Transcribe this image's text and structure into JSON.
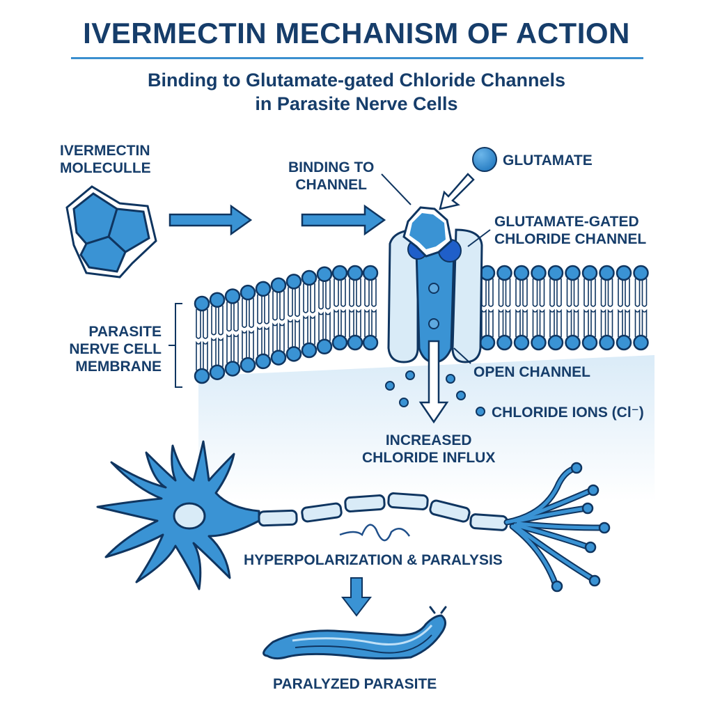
{
  "header": {
    "title": "IVERMECTIN MECHANISM OF ACTION",
    "subtitle_line1": "Binding to Glutamate-gated Chloride Channels",
    "subtitle_line2": "in Parasite Nerve Cells"
  },
  "labels": {
    "molecule_line1": "IVERMECTIN",
    "molecule_line2": "MOLECULLE",
    "binding_line1": "BINDING TO",
    "binding_line2": "CHANNEL",
    "glutamate": "GLUTAMATE",
    "channel_line1": "GLUTAMATE-GATED",
    "channel_line2": "CHLORIDE CHANNEL",
    "membrane_line1": "PARASITE",
    "membrane_line2": "NERVE CELL",
    "membrane_line3": "MEMBRANE",
    "open_channel": "OPEN CHANNEL",
    "chloride_ions": "CHLORIDE IONS (Cl⁻)",
    "influx_line1": "INCREASED",
    "influx_line2": "CHLORIDE INFLUX",
    "hyperpolarization": "HYPERPOLARIZATION & PARALYSIS",
    "paralyzed": "PARALYZED PARASITE"
  },
  "icons": {
    "molecule": "ivermectin-molecule-icon",
    "glutamate": "glutamate-sphere-icon",
    "channel": "chloride-channel-icon",
    "membrane": "lipid-bilayer",
    "ion": "chloride-ion-icon",
    "neuron": "neuron-icon",
    "waveform": "waveform-icon",
    "parasite": "worm-icon"
  },
  "colors": {
    "text": "#163d6a",
    "accent": "#3b8fcf",
    "fill": "#3a93d4",
    "outline": "#0f3560",
    "light_fill": "#d9ebf7",
    "dark_site": "#1f5fc9"
  }
}
